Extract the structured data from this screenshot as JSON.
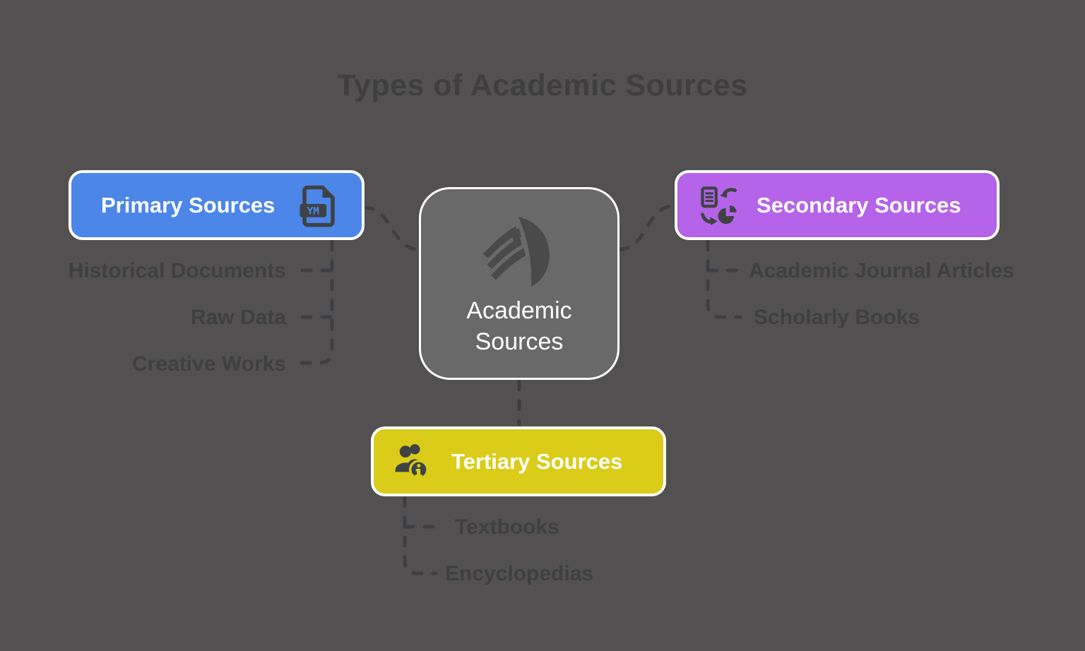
{
  "title": "Types of Academic Sources",
  "center": {
    "label": "Academic Sources",
    "icon": "open-book-icon"
  },
  "branches": [
    {
      "label": "Primary Sources",
      "icon": "yaml-file-icon",
      "file_badge": "YM",
      "color": "#4C86E8",
      "children": [
        "Historical Documents",
        "Raw Data",
        "Creative Works"
      ]
    },
    {
      "label": "Secondary Sources",
      "icon": "document-pie-sync-icon",
      "color": "#B563E8",
      "children": [
        "Academic Journal Articles",
        "Scholarly Books"
      ]
    },
    {
      "label": "Tertiary Sources",
      "icon": "people-info-icon",
      "color": "#DACC18",
      "children": [
        "Textbooks",
        "Encyclopedias"
      ]
    }
  ],
  "colors": {
    "background": "#525051",
    "muted_text": "#3D3F40",
    "connector": "#3C3E41",
    "center_fill": "#696969",
    "center_icon": "#4A4A4A",
    "node_border": "#FFFFFF",
    "icon_dark": "#3E4245",
    "primary": "#4C86E8",
    "secondary": "#B563E8",
    "tertiary": "#DACC18"
  }
}
